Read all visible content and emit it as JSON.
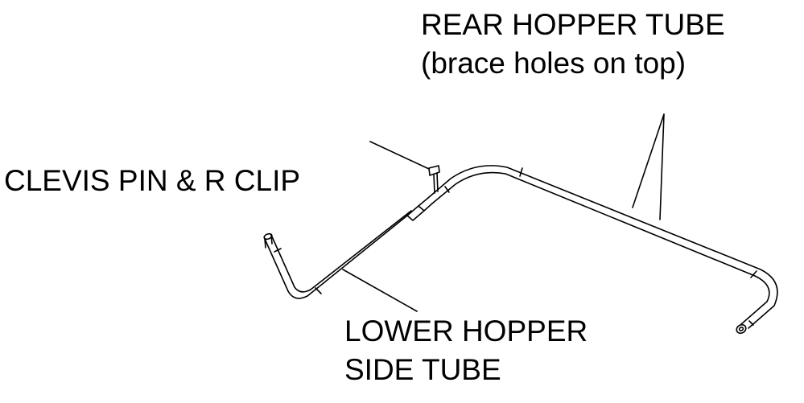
{
  "diagram": {
    "labels": {
      "rear_tube_line1": "REAR HOPPER TUBE",
      "rear_tube_line2": "(brace holes on top)",
      "clevis": "CLEVIS PIN & R CLIP",
      "lower_tube_line1": "LOWER HOPPER",
      "lower_tube_line2": "SIDE TUBE"
    },
    "colors": {
      "line": "#000000",
      "background": "#ffffff"
    }
  }
}
